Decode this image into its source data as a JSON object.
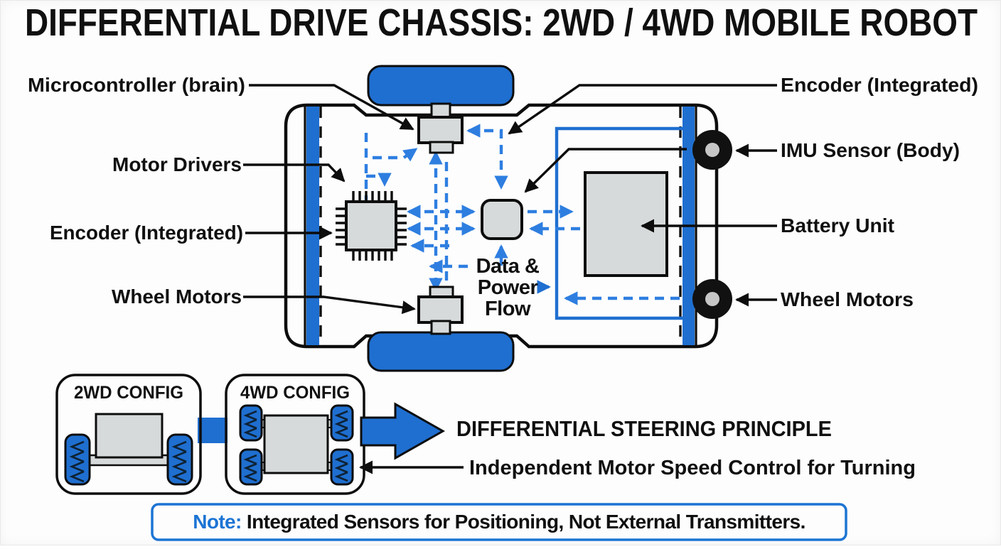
{
  "title": "DIFFERENTIAL DRIVE CHASSIS: 2WD / 4WD MOBILE ROBOT",
  "labels": {
    "left": [
      "Microcontroller (brain)",
      "Motor Drivers",
      "Encoder (Integrated)",
      "Wheel Motors"
    ],
    "right": [
      "Encoder (Integrated)",
      "IMU Sensor (Body)",
      "Battery Unit",
      "Wheel Motors"
    ],
    "center_flow": [
      "Data &",
      "Power",
      "Flow"
    ]
  },
  "configs": {
    "two_wd": "2WD CONFIG",
    "four_wd": "4WD CONFIG"
  },
  "steering": {
    "heading": "DIFFERENTIAL STEERING PRINCIPLE",
    "subheading": "Independent Motor Speed Control for Turning"
  },
  "note": {
    "prefix": "Note:",
    "body": " Integrated Sensors for Positioning, Not External Transmitters."
  },
  "colors": {
    "primary_blue": "#1f6fd0",
    "dashed_blue": "#2e7ee0",
    "note_blue": "#1c74d4",
    "component_gray": "#d7dadb",
    "outline_black": "#0d0d0d"
  }
}
